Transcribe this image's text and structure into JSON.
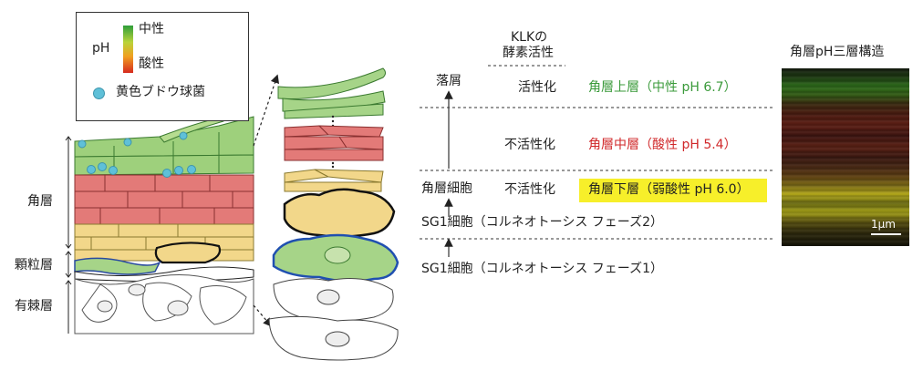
{
  "legend": {
    "ph_label": "pH",
    "high_label": "中性",
    "low_label": "酸性",
    "bacteria_label": "黄色ブドウ球菌",
    "gradient_colors": [
      "#2e9e3a",
      "#b9d33a",
      "#f0a020",
      "#d62a1e"
    ],
    "bacteria_color": "#5fc0d8"
  },
  "skin_layers": {
    "stratum_corneum": "角層",
    "granular": "顆粒層",
    "spinous": "有棘層"
  },
  "flow": {
    "klk_header_line1": "KLKの",
    "klk_header_line2": "酵素活性",
    "shedding": "落屑",
    "corneocyte": "角層細胞",
    "sg1_phase2": "SG1細胞（コルネオトーシス フェーズ2）",
    "sg1_phase1": "SG1細胞（コルネオトーシス フェーズ1）",
    "rows": [
      {
        "activity": "活性化",
        "layer": "角層上層（中性 pH 6.7）",
        "color": "#3a9a3a"
      },
      {
        "activity": "不活性化",
        "layer": "角層中層（酸性 pH 5.4）",
        "color": "#d0282a"
      },
      {
        "activity": "不活性化",
        "layer": "角層下層（弱酸性 pH 6.0）",
        "color": "#222222"
      }
    ],
    "highlight_color": "#f7ef2a"
  },
  "image_panel": {
    "title": "角層pH三層構造",
    "scale": "1μm"
  }
}
